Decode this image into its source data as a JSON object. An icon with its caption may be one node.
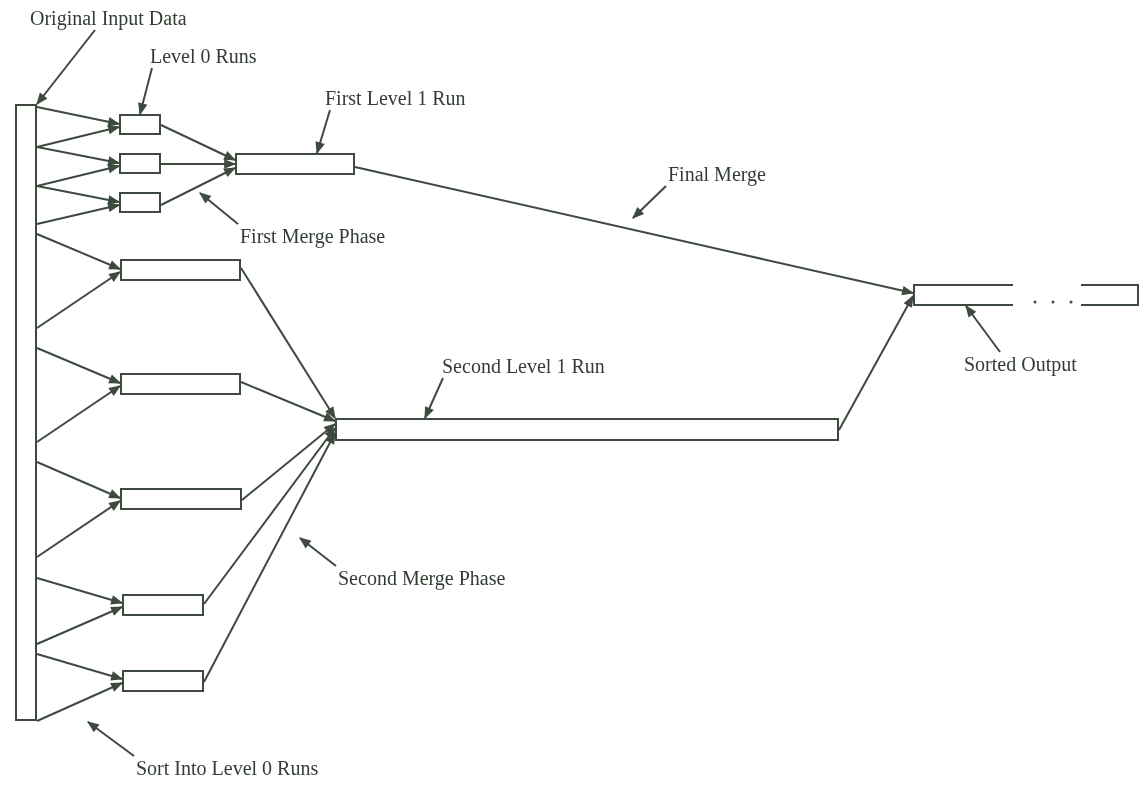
{
  "diagram": {
    "nodes": [
      {
        "text": [],
        "shape": "bar"
      },
      {
        "text": [],
        "shape": "bar"
      },
      {
        "text": [],
        "shape": "bar"
      },
      {
        "text": [],
        "shape": "bar"
      },
      {
        "text": [],
        "shape": "bar"
      },
      {
        "text": [],
        "shape": "bar"
      },
      {
        "text": [],
        "shape": "bar"
      },
      {
        "text": [],
        "shape": "bar"
      },
      {
        "text": [],
        "shape": "bar"
      },
      {
        "text": [],
        "shape": "bar"
      },
      {
        "text": [],
        "shape": "bar"
      },
      {
        "text": [],
        "shape": "bar"
      },
      {
        "text": [
          "Original Input Data"
        ]
      },
      {
        "text": [
          "Level 0 Runs"
        ]
      },
      {
        "text": [
          "First Level 1 Run"
        ]
      },
      {
        "text": [
          "First Merge Phase"
        ]
      },
      {
        "text": [
          "Final Merge"
        ]
      },
      {
        "text": [
          "Second Level 1 Run"
        ]
      },
      {
        "text": [
          "Second Merge Phase"
        ]
      },
      {
        "text": [
          "Sorted Output"
        ]
      },
      {
        "text": [
          "Sort Into Level 0 Runs"
        ]
      }
    ],
    "edges": [
      {
        "from": 0,
        "to": 1,
        "arrow": "to"
      },
      {
        "from": 0,
        "to": 1,
        "arrow": "to"
      },
      {
        "from": 0,
        "to": 2,
        "arrow": "to"
      },
      {
        "from": 0,
        "to": 2,
        "arrow": "to"
      },
      {
        "from": 0,
        "to": 3,
        "arrow": "to"
      },
      {
        "from": 0,
        "to": 3,
        "arrow": "to"
      },
      {
        "from": 0,
        "to": 4,
        "arrow": "to"
      },
      {
        "from": 0,
        "to": 4,
        "arrow": "to"
      },
      {
        "from": 0,
        "to": 5,
        "arrow": "to"
      },
      {
        "from": 0,
        "to": 5,
        "arrow": "to"
      },
      {
        "from": 0,
        "to": 6,
        "arrow": "to"
      },
      {
        "from": 0,
        "to": 6,
        "arrow": "to"
      },
      {
        "from": 0,
        "to": 7,
        "arrow": "to"
      },
      {
        "from": 0,
        "to": 7,
        "arrow": "to"
      },
      {
        "from": 0,
        "to": 8,
        "arrow": "to"
      },
      {
        "from": 0,
        "to": 8,
        "arrow": "to"
      },
      {
        "from": 1,
        "to": 9,
        "arrow": "to"
      },
      {
        "from": 2,
        "to": 9,
        "arrow": "to"
      },
      {
        "from": 3,
        "to": 9,
        "arrow": "to"
      },
      {
        "from": 4,
        "to": 10,
        "arrow": "to"
      },
      {
        "from": 5,
        "to": 10,
        "arrow": "to"
      },
      {
        "from": 6,
        "to": 10,
        "arrow": "to"
      },
      {
        "from": 7,
        "to": 10,
        "arrow": "to"
      },
      {
        "from": 8,
        "to": 10,
        "arrow": "to"
      },
      {
        "from": 9,
        "to": 11,
        "arrow": "to"
      },
      {
        "from": 10,
        "to": 11,
        "arrow": "to"
      },
      {
        "from": 12,
        "to": 0,
        "arrow": "to"
      },
      {
        "from": 13,
        "to": 1,
        "arrow": "to"
      },
      {
        "from": 14,
        "to": 9,
        "arrow": "to"
      },
      {
        "from": 15,
        "to": null,
        "arrow": "to"
      },
      {
        "from": 16,
        "to": null,
        "arrow": "to"
      },
      {
        "from": 17,
        "to": 10,
        "arrow": "to"
      },
      {
        "from": 18,
        "to": null,
        "arrow": "to"
      },
      {
        "from": 19,
        "to": 11,
        "arrow": "to"
      },
      {
        "from": 20,
        "to": null,
        "arrow": "to"
      }
    ]
  }
}
